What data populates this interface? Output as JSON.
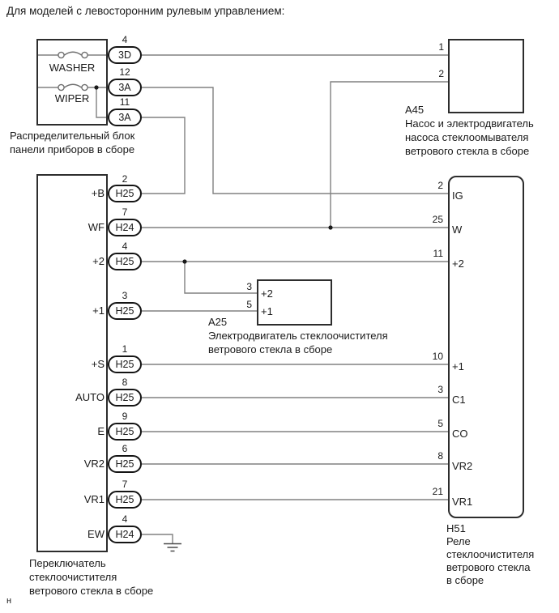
{
  "title": "Для моделей с левосторонним рулевым управлением:",
  "footer_mark": "н",
  "colors": {
    "background": "#ffffff",
    "wire": "#818181",
    "box_border": "#2d2d2d",
    "text": "#1a1a1a"
  },
  "junction_block": {
    "label_lines": [
      "Распределительный блок",
      "панели приборов в сборе"
    ],
    "fuses": [
      {
        "name": "WASHER"
      },
      {
        "name": "WIPER"
      }
    ],
    "connectors": [
      {
        "number": "4",
        "code": "3D"
      },
      {
        "number": "12",
        "code": "3A"
      },
      {
        "number": "11",
        "code": "3A"
      }
    ]
  },
  "washer_pump": {
    "id": "A45",
    "label_lines": [
      "Насос и электродвигатель",
      "насоса стеклоомывателя",
      "ветрового стекла в сборе"
    ],
    "pins": [
      {
        "number": "1"
      },
      {
        "number": "2"
      }
    ]
  },
  "wiper_motor": {
    "id": "A25",
    "label_lines": [
      "Электродвигатель стеклоочистителя",
      "ветрового стекла в сборе"
    ],
    "pins": [
      {
        "number": "3",
        "name": "+2"
      },
      {
        "number": "5",
        "name": "+1"
      }
    ]
  },
  "wiper_switch": {
    "label_lines": [
      "Переключатель",
      "стеклоочистителя",
      "ветрового стекла в сборе"
    ],
    "pins": [
      {
        "name": "+B",
        "number": "2",
        "connector": "H25"
      },
      {
        "name": "WF",
        "number": "7",
        "connector": "H24"
      },
      {
        "name": "+2",
        "number": "4",
        "connector": "H25"
      },
      {
        "name": "+1",
        "number": "3",
        "connector": "H25"
      },
      {
        "name": "+S",
        "number": "1",
        "connector": "H25"
      },
      {
        "name": "AUTO",
        "number": "8",
        "connector": "H25"
      },
      {
        "name": "E",
        "number": "9",
        "connector": "H25"
      },
      {
        "name": "VR2",
        "number": "6",
        "connector": "H25"
      },
      {
        "name": "VR1",
        "number": "7",
        "connector": "H25"
      },
      {
        "name": "EW",
        "number": "4",
        "connector": "H24"
      }
    ]
  },
  "wiper_relay": {
    "id": "H51",
    "label_lines": [
      "Реле",
      "стеклоочистителя",
      "ветрового стекла",
      "в сборе"
    ],
    "pins": [
      {
        "number": "2",
        "name": "IG"
      },
      {
        "number": "25",
        "name": "W"
      },
      {
        "number": "11",
        "name": "+2"
      },
      {
        "number": "10",
        "name": "+1"
      },
      {
        "number": "3",
        "name": "C1"
      },
      {
        "number": "5",
        "name": "CO"
      },
      {
        "number": "8",
        "name": "VR2"
      },
      {
        "number": "21",
        "name": "VR1"
      }
    ]
  }
}
